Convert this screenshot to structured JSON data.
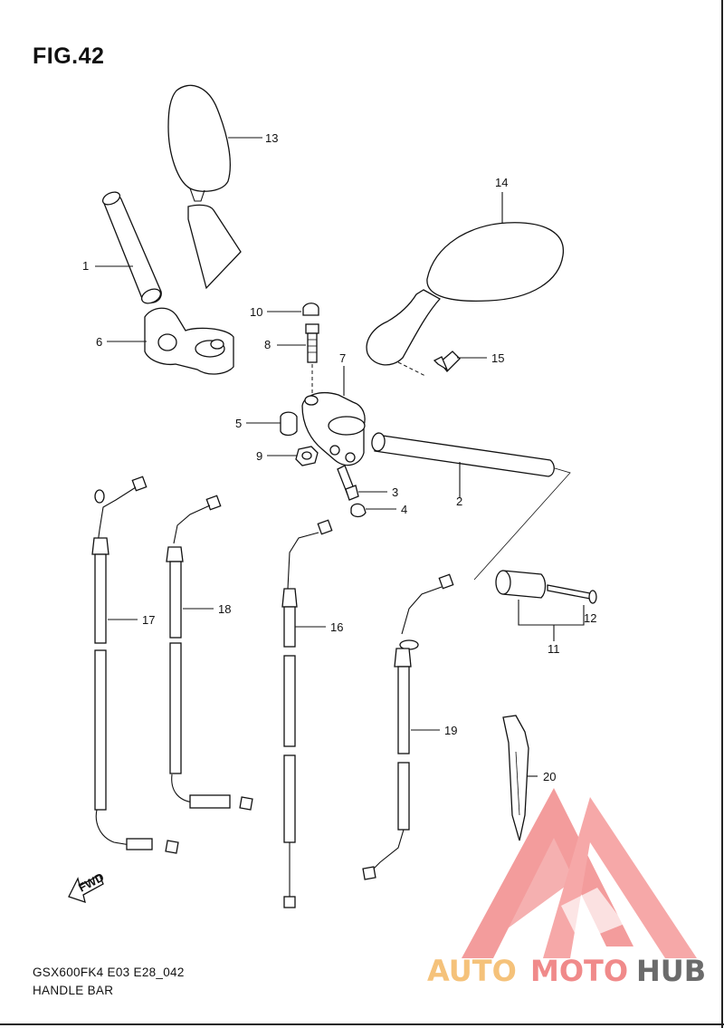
{
  "figure": {
    "title": "FIG.42",
    "model_code": "GSX600FK4 E03 E28_042",
    "section_name": "HANDLE BAR"
  },
  "callouts": [
    "1",
    "2",
    "3",
    "4",
    "5",
    "6",
    "7",
    "8",
    "9",
    "10",
    "11",
    "12",
    "13",
    "14",
    "15",
    "16",
    "17",
    "18",
    "19",
    "20"
  ],
  "direction_tag": "FWD",
  "watermark": {
    "part_a": "AUTO",
    "part_b": "MOTO",
    "part_c": "HUB",
    "colors": {
      "auto": "#f5c27a",
      "moto": "#f08a8a",
      "hub": "#6b6b6b",
      "logo": "#f28b8b"
    }
  }
}
